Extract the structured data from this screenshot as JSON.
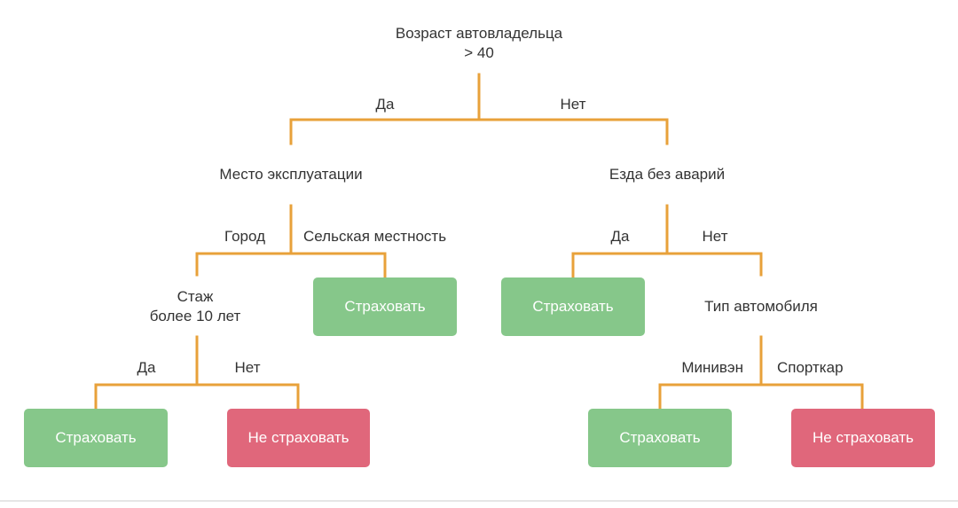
{
  "colors": {
    "edge": "#e8a13a",
    "insure": "#86c78a",
    "no_insure": "#e0677b",
    "text": "#333333"
  },
  "nodes": {
    "root": {
      "line1": "Возраст автовладельца",
      "line2": "> 40"
    },
    "usage": "Место эксплуатации",
    "no_accidents": "Езда без аварий",
    "experience": {
      "line1": "Стаж",
      "line2": "более 10 лет"
    },
    "car_type": "Тип автомобиля"
  },
  "edges": {
    "root_yes": "Да",
    "root_no": "Нет",
    "usage_city": "Город",
    "usage_rural": "Сельская местность",
    "accidents_yes": "Да",
    "accidents_no": "Нет",
    "experience_yes": "Да",
    "experience_no": "Нет",
    "car_minivan": "Минивэн",
    "car_sportscar": "Спорткар"
  },
  "leaves": {
    "rural": "Страховать",
    "accidents_yes": "Страховать",
    "experience_yes": "Страховать",
    "experience_no": "Не страховать",
    "minivan": "Страховать",
    "sportscar": "Не страховать"
  }
}
